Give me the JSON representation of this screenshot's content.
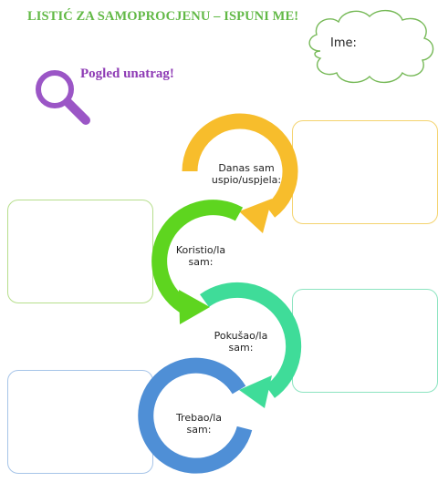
{
  "header": {
    "title": "LISTIĆ ZA SAMOPROCJENU – ISPUNI ME!",
    "subtitle": "Pogled unatrag!"
  },
  "name_cloud": {
    "label": "Ime:"
  },
  "steps": [
    {
      "line1": "Danas sam",
      "line2": "uspio/uspjela:",
      "color": "#f7bd2c",
      "box_color": "#f4d36e"
    },
    {
      "line1": "Koristio/la",
      "line2": "sam:",
      "color": "#5ed51f",
      "box_color": "#b6de8c"
    },
    {
      "line1": "Pokušao/la",
      "line2": "sam:",
      "color": "#3fdc99",
      "box_color": "#8be4c0"
    },
    {
      "line1": "Trebao/la",
      "line2": "sam:",
      "color": "#4f8fd6",
      "box_color": "#a6c4e8"
    }
  ],
  "colors": {
    "title": "#62b946",
    "subtitle": "#8e3bb5",
    "cloud_outline": "#76b957",
    "magnifier": "#9b56c6"
  },
  "icons": [
    "magnifier-icon",
    "cloud-icon",
    "curved-arrow-icon"
  ]
}
